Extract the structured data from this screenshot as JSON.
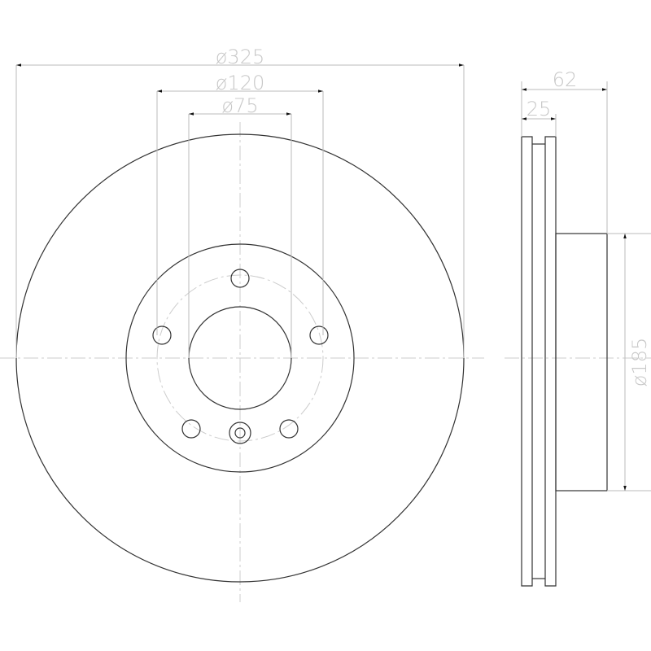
{
  "dimensions": {
    "outer_diameter": "ø325",
    "bolt_circle_diameter": "ø120",
    "center_bore_diameter": "ø75",
    "overall_height": "62",
    "disc_thickness": "25",
    "hub_diameter": "ø185"
  },
  "bolt_hole_count": 5,
  "colors": {
    "outline": "#333333",
    "dimension": "#bbbbbb"
  }
}
